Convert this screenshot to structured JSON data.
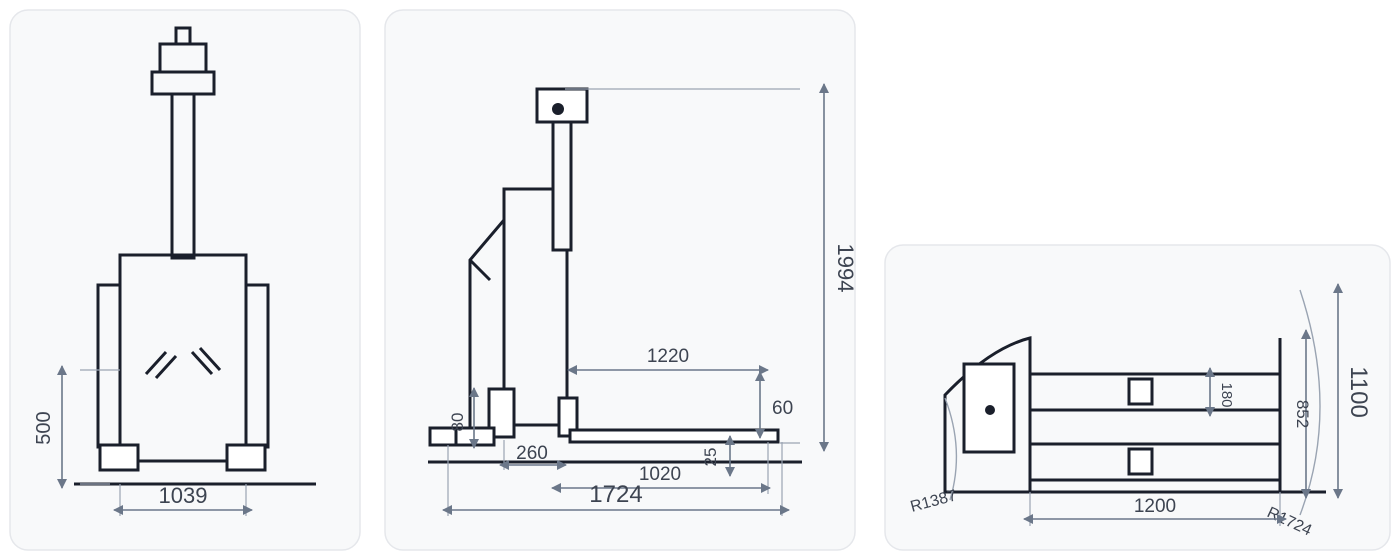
{
  "drawing": {
    "front_view": {
      "width_label": "1039",
      "height_label": "500"
    },
    "side_view": {
      "total_height_label": "1994",
      "fork_length_label": "1220",
      "fork_lift_height_label": "60",
      "wheel_diameter_label": "80",
      "front_offset_label": "260",
      "ground_clearance_label": "25",
      "wheelbase_label": "1020",
      "total_length_label": "1724"
    },
    "top_view": {
      "width_label": "1100",
      "fork_span_label": "852",
      "fork_width_label": "180",
      "fork_length_label": "1200",
      "turning_radius_label": "R1387",
      "outer_radius_label": "R1724"
    }
  },
  "colors": {
    "outline": "#1a1f2b",
    "dimension": "#6b7789",
    "panel_background": "#f8f9fa"
  }
}
